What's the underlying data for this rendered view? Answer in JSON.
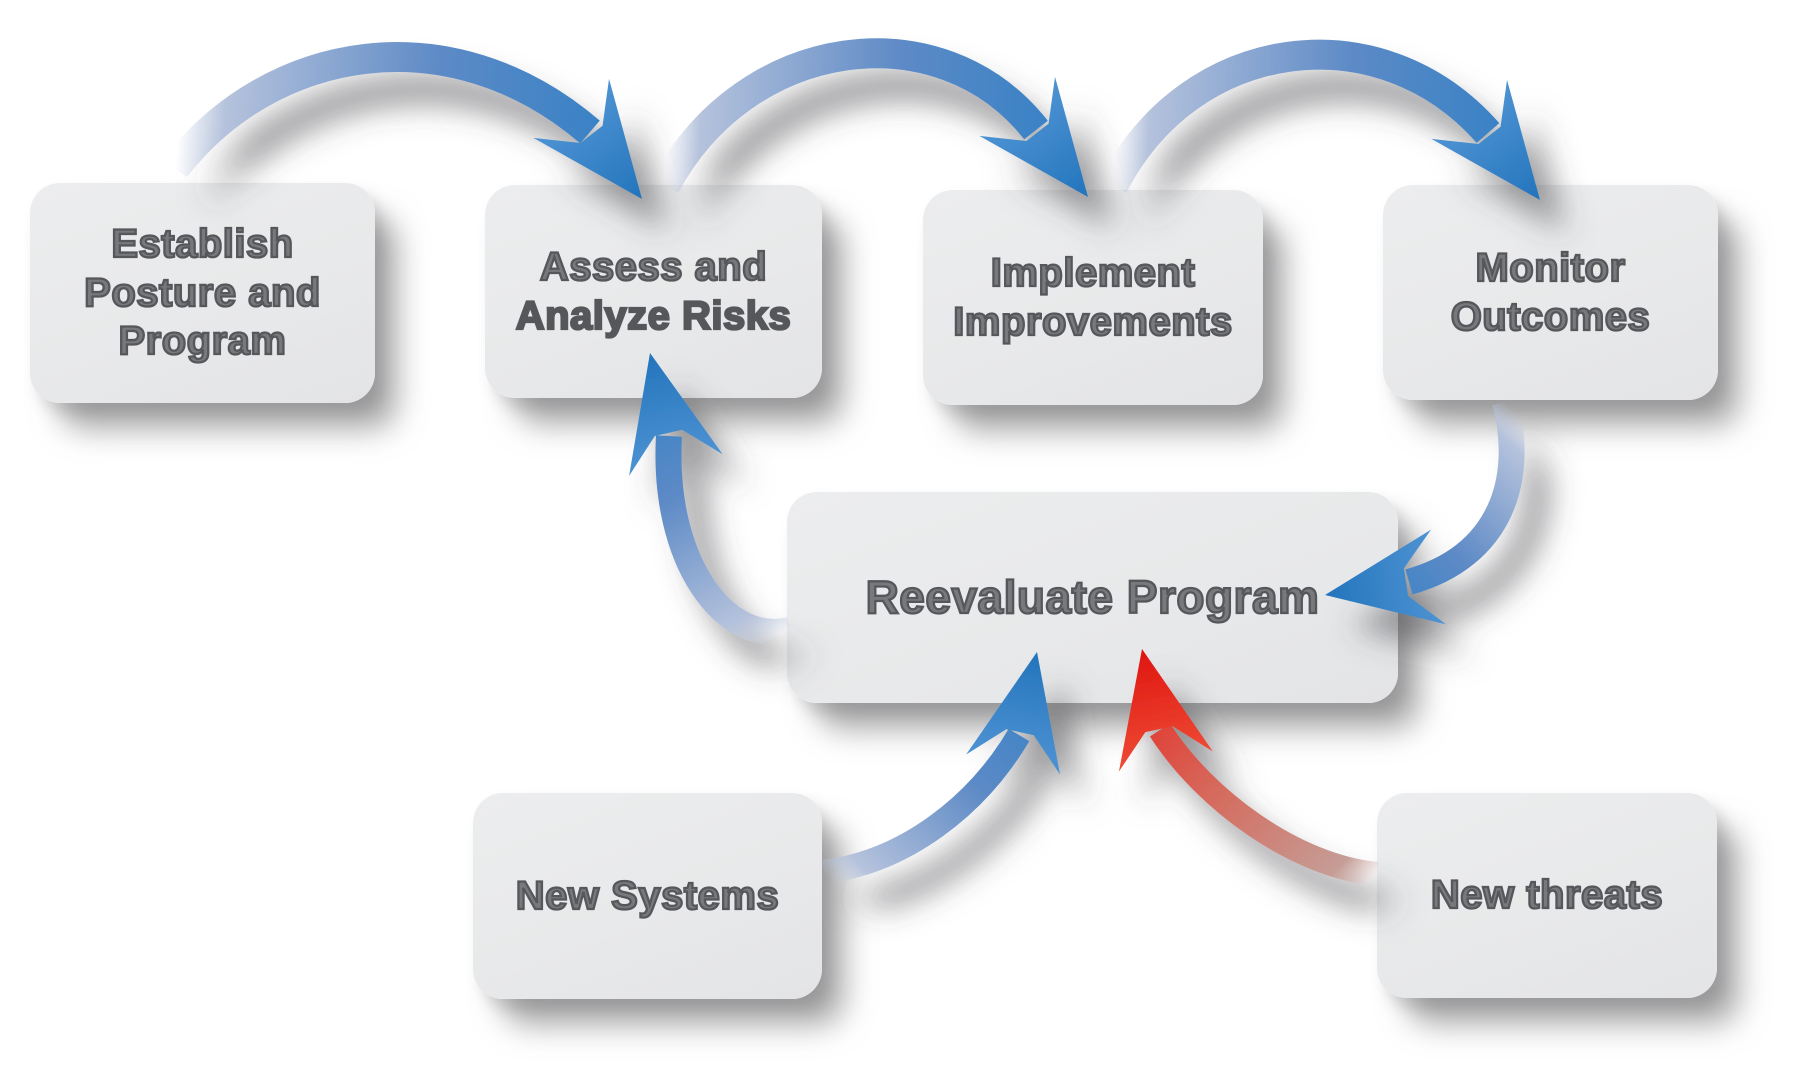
{
  "diagram": {
    "title": "",
    "background_color": "#ffffff",
    "box_fill_color": "#e8e9ea",
    "text_color": "#55575a",
    "arrow_blue_head_color": "#2e80c6",
    "arrow_blue_tail_color": "#b7c3dc",
    "arrow_red_head_color": "#e8251f",
    "arrow_red_tail_color": "#c59d96",
    "nodes": {
      "establish_posture": {
        "lines": [
          "Establish",
          "Posture and",
          "Program"
        ]
      },
      "assess_risks": {
        "lines": [
          "Assess and",
          "Analyze Risks"
        ],
        "emphasized_line": "Analyze Risks"
      },
      "implement_improvements": {
        "lines": [
          "Implement",
          "Improvements"
        ]
      },
      "monitor_outcomes": {
        "lines": [
          "Monitor",
          "Outcomes"
        ]
      },
      "reevaluate_program": {
        "lines": [
          "Reevaluate Program"
        ]
      },
      "new_systems": {
        "lines": [
          "New Systems"
        ]
      },
      "new_threats": {
        "lines": [
          "New threats"
        ]
      }
    },
    "edges": [
      {
        "from": "establish_posture",
        "to": "assess_risks",
        "color": "blue",
        "style": "top-arc"
      },
      {
        "from": "assess_risks",
        "to": "implement_improvements",
        "color": "blue",
        "style": "top-arc"
      },
      {
        "from": "implement_improvements",
        "to": "monitor_outcomes",
        "color": "blue",
        "style": "top-arc"
      },
      {
        "from": "monitor_outcomes",
        "to": "reevaluate_program",
        "color": "blue",
        "style": "curve-down-left"
      },
      {
        "from": "reevaluate_program",
        "to": "assess_risks",
        "color": "blue",
        "style": "curve-up-left"
      },
      {
        "from": "new_systems",
        "to": "reevaluate_program",
        "color": "blue",
        "style": "curve-up-right"
      },
      {
        "from": "new_threats",
        "to": "reevaluate_program",
        "color": "red",
        "style": "curve-up-left"
      }
    ]
  }
}
